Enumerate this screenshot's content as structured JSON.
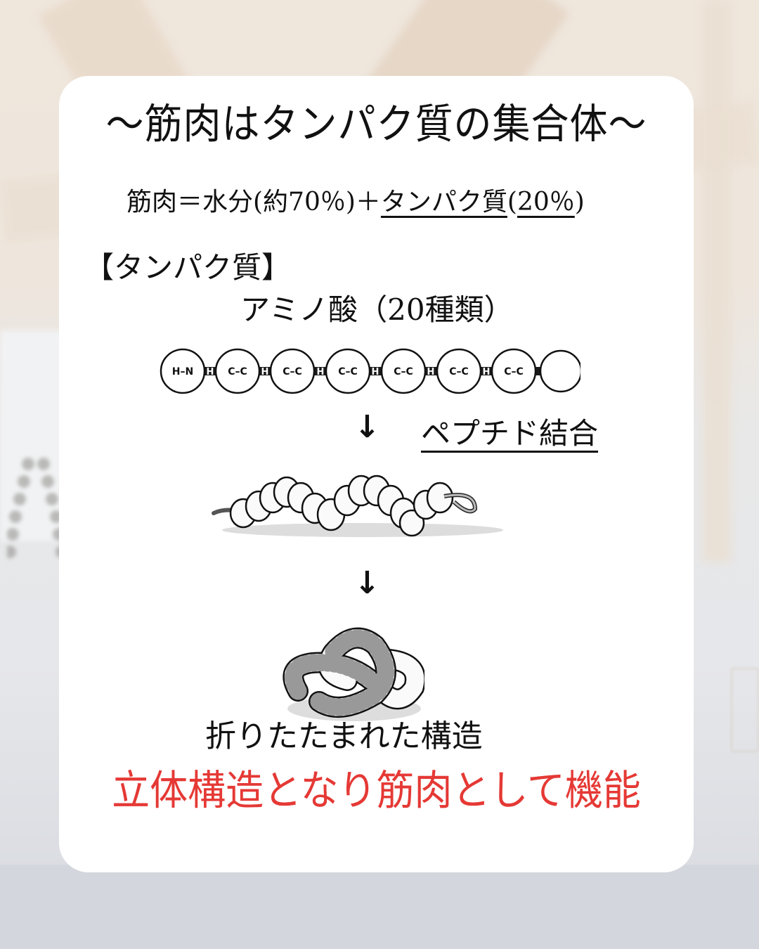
{
  "title": "〜筋肉はタンパク質の集合体〜",
  "formula": {
    "prefix": "筋肉＝水分(約70％)＋",
    "protein_label": "タンパク質",
    "paren_open": "(",
    "protein_percent": "20％",
    "paren_close": ")"
  },
  "section_heading": "【タンパク質】",
  "amino_acid_label": "アミノ酸（20種類）",
  "chain_diagram": {
    "first_bead": "H–N",
    "link": "H",
    "bead": "C–C",
    "bead_count": 7,
    "terminal_empty_bead": true
  },
  "arrows": [
    "↓",
    "↓"
  ],
  "peptide_bond_label": "ペプチド結合",
  "folded_structure_label": "折りたたまれた構造",
  "conclusion": "立体構造となり筋肉として機能",
  "colors": {
    "card_background": "#ffffff",
    "text": "#111111",
    "accent_red": "#e53935"
  },
  "icons": {
    "chain": "amino-acid-chain-diagram",
    "peptide": "peptide-strand-illustration",
    "folded": "folded-protein-knot-illustration",
    "arrow": "down-arrow"
  }
}
